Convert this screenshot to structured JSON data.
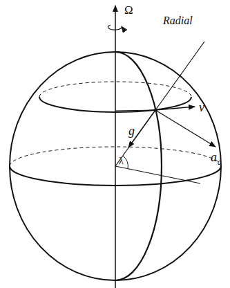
{
  "diagram": {
    "labels": [
      "Ω",
      "Radial",
      "v",
      "a",
      "c",
      "g",
      "λ"
    ]
  }
}
